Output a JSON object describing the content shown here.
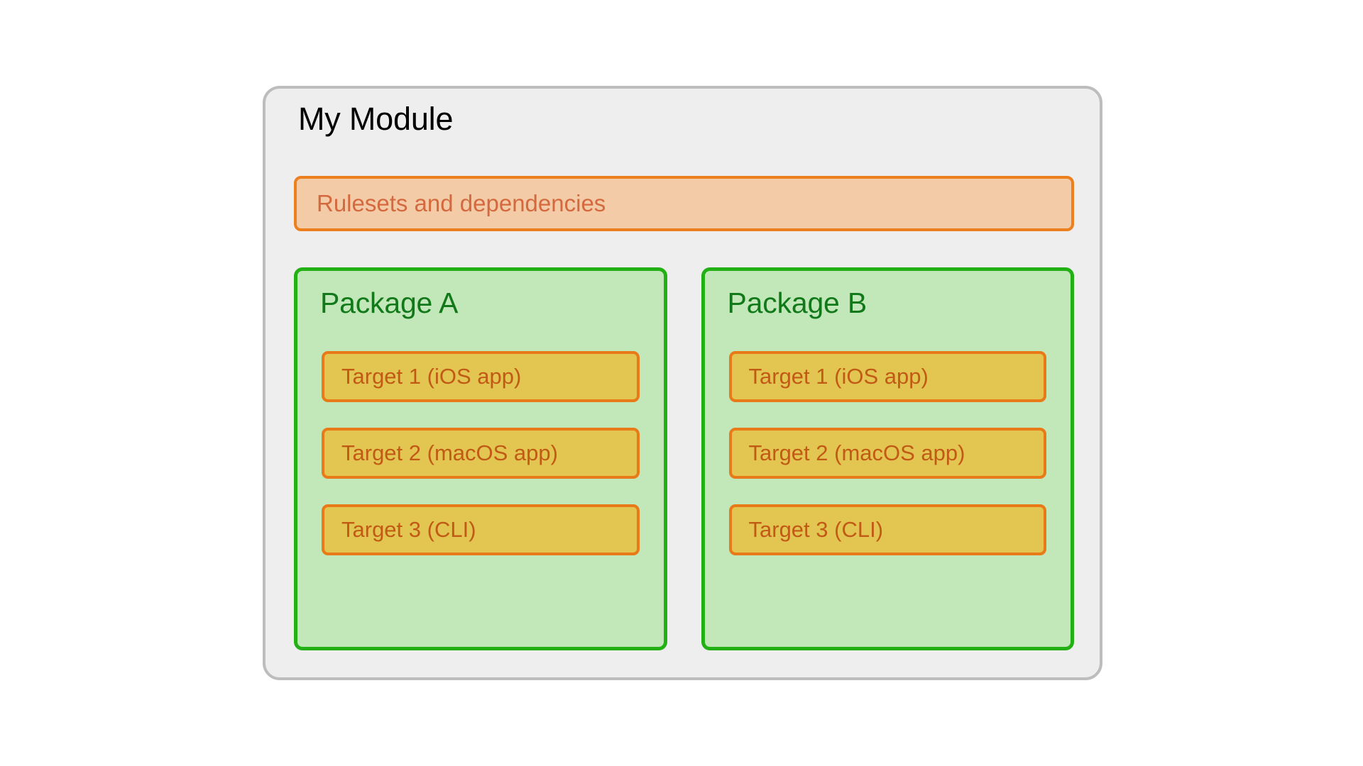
{
  "diagram": {
    "module": {
      "title": "My Module",
      "fill_color": "#eeeeee",
      "border_color": "#bdbdbd"
    },
    "rulesets": {
      "label": "Rulesets and dependencies",
      "fill_color": "#f3cba6",
      "border_color": "#ec7f1e",
      "text_color": "#d4693f"
    },
    "packages": [
      {
        "title": "Package A",
        "fill_color": "#c2e8ba",
        "border_color": "#22b014",
        "text_color": "#12791a",
        "targets": [
          {
            "label": "Target 1 (iOS app)"
          },
          {
            "label": "Target 2 (macOS app)"
          },
          {
            "label": "Target 3 (CLI)"
          }
        ]
      },
      {
        "title": "Package B",
        "fill_color": "#c2e8ba",
        "border_color": "#22b014",
        "text_color": "#12791a",
        "targets": [
          {
            "label": "Target 1 (iOS app)"
          },
          {
            "label": "Target 2 (macOS app)"
          },
          {
            "label": "Target 3 (CLI)"
          }
        ]
      }
    ],
    "target_style": {
      "fill_color": "#e3c551",
      "border_color": "#e87b18",
      "text_color": "#c05a15"
    }
  }
}
